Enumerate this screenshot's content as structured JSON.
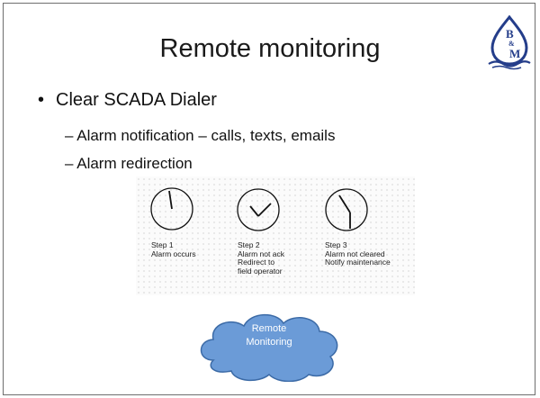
{
  "slide": {
    "title": "Remote monitoring",
    "logo": {
      "line1": "B",
      "line2": "&",
      "line3": "M"
    },
    "bullet": "Clear SCADA  Dialer",
    "sub_items": [
      "– Alarm notification – calls, texts, emails",
      "– Alarm redirection"
    ]
  },
  "diagram": {
    "steps": [
      {
        "text": "Step 1\nAlarm occurs",
        "hour_hand": "12:00"
      },
      {
        "text": "Step 2\nAlarm not ack\nRedirect to\nfield operator",
        "hour_hand": "12:45 (V shape)"
      },
      {
        "text": "Step 3\nAlarm not cleared\nNotify maintenance",
        "hour_hand": "bent"
      }
    ],
    "cloud_label": "Remote\nMonitoring",
    "colors": {
      "cloud_fill": "#6b9bd7",
      "cloud_stroke": "#3b6aa6"
    }
  }
}
